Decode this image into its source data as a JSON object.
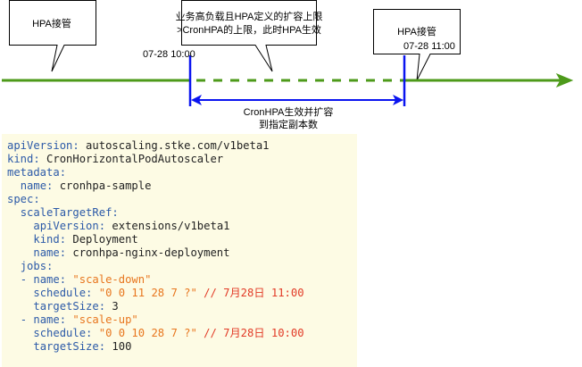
{
  "callouts": [
    {
      "text": "HPA接管"
    },
    {
      "line1": "业务高负载且HPA定义的扩容上限",
      "line2": ">CronHPA的上限，此时HPA生效"
    },
    {
      "text": "HPA接管"
    }
  ],
  "times": {
    "start": "07-28 10:00",
    "end": "07-28 11:00"
  },
  "span_label": {
    "line1": "CronHPA生效并扩容",
    "line2": "到指定副本数"
  },
  "colors": {
    "timeline": "#4d9a1a",
    "marker": "#0a14f0",
    "code_bg": "#fdfbe4"
  },
  "code": [
    {
      "indent": "",
      "key": "apiVersion:",
      "value": " autoscaling.stke.com/v1beta1"
    },
    {
      "indent": "",
      "key": "kind:",
      "value": " CronHorizontalPodAutoscaler"
    },
    {
      "indent": "",
      "key": "metadata:",
      "value": ""
    },
    {
      "indent": "  ",
      "key": "name:",
      "value": " cronhpa-sample"
    },
    {
      "indent": "",
      "key": "spec:",
      "value": ""
    },
    {
      "indent": "  ",
      "key": "scaleTargetRef:",
      "value": ""
    },
    {
      "indent": "    ",
      "key": "apiVersion:",
      "value": " extensions/v1beta1"
    },
    {
      "indent": "    ",
      "key": "kind:",
      "value": " Deployment"
    },
    {
      "indent": "    ",
      "key": "name:",
      "value": " cronhpa-nginx-deployment"
    },
    {
      "indent": "  ",
      "key": "jobs:",
      "value": ""
    },
    {
      "indent": "  ",
      "key": "- name:",
      "string": " \"scale-down\""
    },
    {
      "indent": "    ",
      "key": "schedule:",
      "string": " \"0 0 11 28 7 ?\"",
      "comment": " // 7月28日 11:00"
    },
    {
      "indent": "    ",
      "key": "targetSize:",
      "value": " 3"
    },
    {
      "indent": "  ",
      "key": "- name:",
      "string": " \"scale-up\""
    },
    {
      "indent": "    ",
      "key": "schedule:",
      "string": " \"0 0 10 28 7 ?\"",
      "comment": " // 7月28日 10:00"
    },
    {
      "indent": "    ",
      "key": "targetSize:",
      "value": " 100"
    }
  ]
}
